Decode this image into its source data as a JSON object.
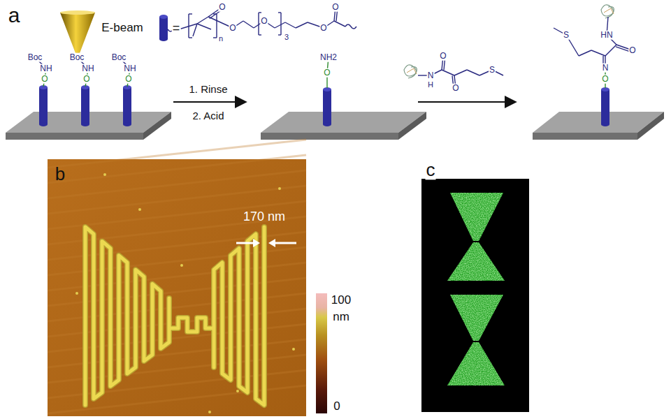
{
  "diagram": {
    "labels": [
      "a",
      "E-beam",
      "Boc",
      "NH",
      "O",
      "Boc",
      "NH",
      "O",
      "Boc",
      "NH",
      "O",
      "=",
      "n",
      "O",
      "O",
      "O",
      "3",
      "O",
      "O",
      "1. Rinse",
      "2. Acid",
      "NH2",
      "O",
      "N",
      "H",
      "O",
      "O",
      "S",
      "S",
      "HN",
      "O",
      "N",
      "O",
      "b",
      "170 nm",
      "100",
      "nm",
      "0",
      "c"
    ]
  }
}
